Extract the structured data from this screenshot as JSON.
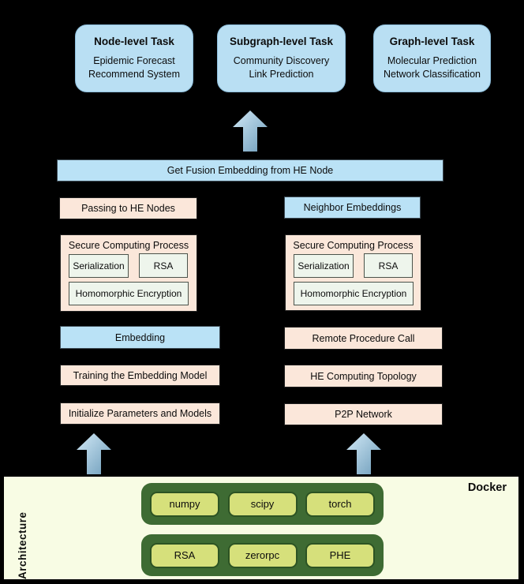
{
  "palette": {
    "background": "#000000",
    "task_blue": "#b9dff3",
    "bar_blue": "#bae2f6",
    "bar_pink": "#fbe7da",
    "inner_mint": "#eef5ec",
    "docker_bg": "#f8fce4",
    "green_dark": "#3e6b33",
    "green_button": "#d6e07b",
    "arrow_gradient_start": "#d3eaf7",
    "arrow_gradient_end": "#6d9cba"
  },
  "icons": {
    "up_arrow": "block-up-arrow"
  },
  "tasks": [
    {
      "title": "Node-level Task",
      "lines": [
        "Epidemic Forecast",
        "Recommend System"
      ]
    },
    {
      "title": "Subgraph-level Task",
      "lines": [
        "Community Discovery",
        "Link Prediction"
      ]
    },
    {
      "title": "Graph-level Task",
      "lines": [
        "Molecular Prediction",
        "Network Classification"
      ]
    }
  ],
  "fusion_bar": {
    "label": "Get Fusion Embedding from HE Node"
  },
  "left_column": {
    "passing": "Passing to HE Nodes",
    "secure": {
      "title": "Secure Computing Process",
      "items": [
        "Serialization",
        "RSA",
        "Homomorphic Encryption"
      ]
    },
    "embedding": "Embedding",
    "training": "Training the Embedding Model",
    "init": "Initialize Parameters and Models"
  },
  "right_column": {
    "neighbor": "Neighbor Embeddings",
    "secure": {
      "title": "Secure Computing Process",
      "items": [
        "Serialization",
        "RSA",
        "Homomorphic Encryption"
      ]
    },
    "rpc": "Remote Procedure Call",
    "topology": "HE Computing Topology",
    "p2p": "P2P Network"
  },
  "docker": {
    "label": "Docker",
    "side_label": "Architecture",
    "row1": [
      "numpy",
      "scipy",
      "torch"
    ],
    "row2": [
      "RSA",
      "zerorpc",
      "PHE"
    ]
  }
}
